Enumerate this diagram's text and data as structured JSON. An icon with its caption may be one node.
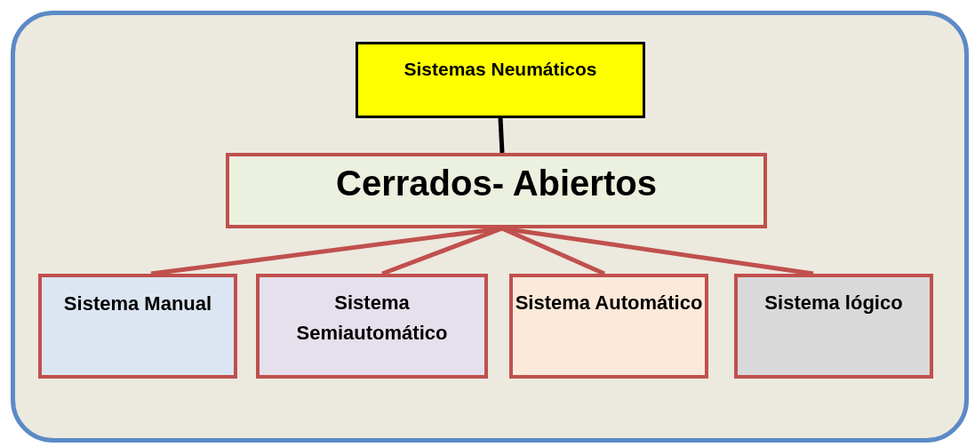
{
  "diagram": {
    "nodes": [
      {
        "text": [
          "Sistemas Neumáticos"
        ]
      },
      {
        "text": [
          "Cerrados- Abiertos"
        ]
      },
      {
        "text": [
          "Sistema Manual"
        ]
      },
      {
        "text": [
          "Sistema Semiautomático"
        ]
      },
      {
        "text": [
          "Sistema Automático"
        ]
      },
      {
        "text": [
          "Sistema lógico"
        ]
      }
    ],
    "edges": [
      {
        "from": 0,
        "to": 1,
        "arrow": "none",
        "color": "#000000"
      },
      {
        "from": 1,
        "to": 2,
        "arrow": "none"
      },
      {
        "from": 1,
        "to": 3,
        "arrow": "none"
      },
      {
        "from": 1,
        "to": 4,
        "arrow": "none"
      },
      {
        "from": 1,
        "to": 5,
        "arrow": "none"
      }
    ]
  }
}
